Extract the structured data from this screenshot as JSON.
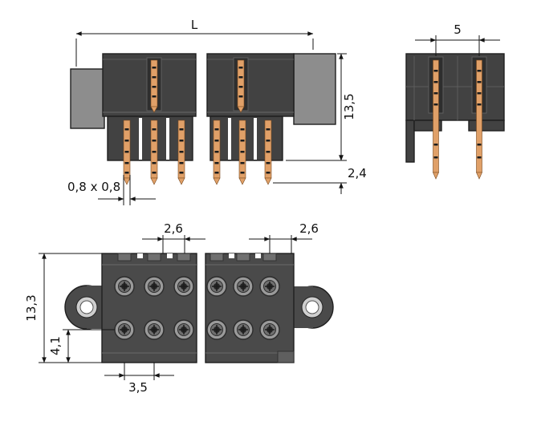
{
  "drawing": {
    "subject": "male-header-connector-dimensional-drawing",
    "dims": {
      "side": {
        "length": "L",
        "height": "13,5",
        "pin_length": "2,4",
        "pin_square": "0,8 x 0,8"
      },
      "end": {
        "row_spacing": "5"
      },
      "top": {
        "offset_left": "2,6",
        "offset_right": "2,6",
        "depth": "13,3",
        "row_inset": "4,1",
        "pole_pitch": "3,5"
      }
    },
    "colors": {
      "housing_dark": "#424242",
      "housing_mid": "#8d8d8d",
      "pin_copper": "#e0a068",
      "dimension_line": "#141414",
      "background": "#ffffff"
    }
  }
}
